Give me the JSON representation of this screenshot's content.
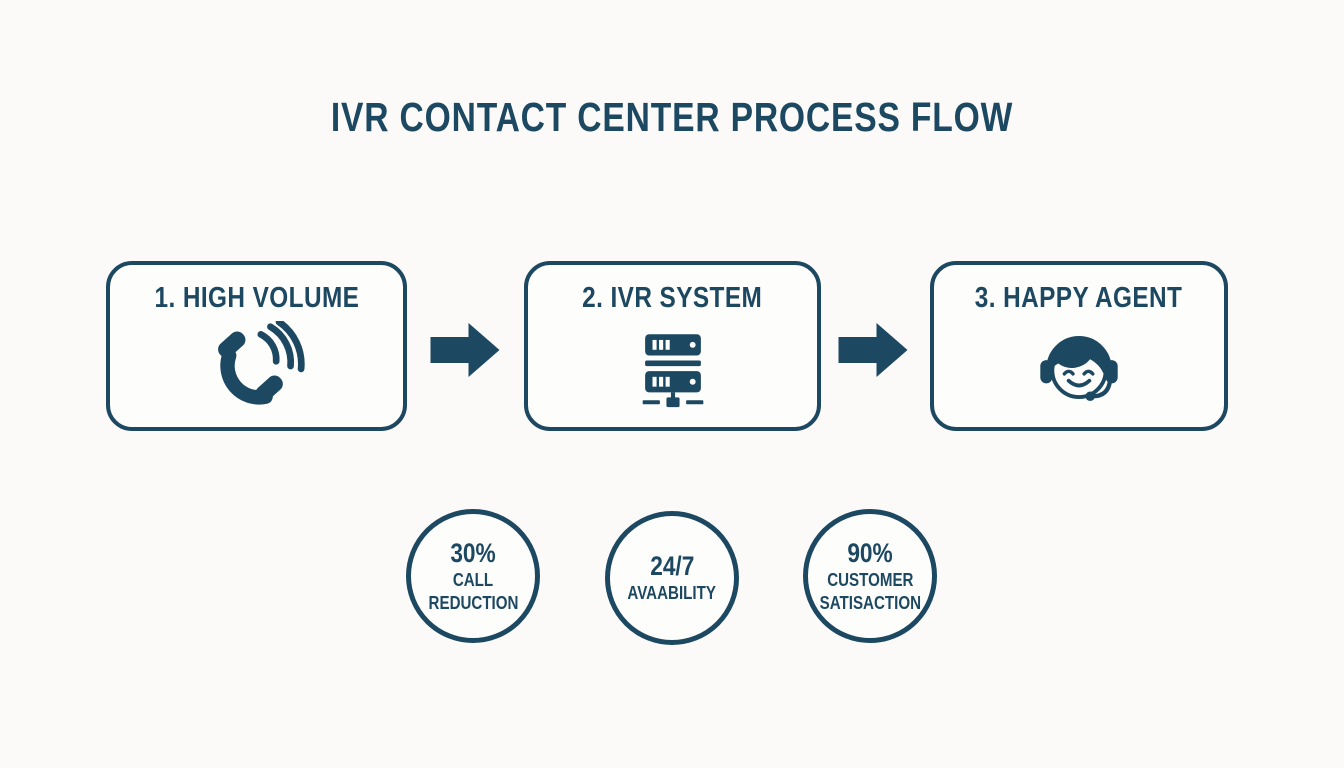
{
  "title": "IVR CONTACT CENTER PROCESS FLOW",
  "colors": {
    "ink": "#1d4861",
    "page_bg": "#fbfaf8",
    "panel_bg": "#fdfdfc"
  },
  "steps": [
    {
      "label": "1. HIGH VOLUME",
      "icon": "ringing-phone-icon"
    },
    {
      "label": "2. IVR SYSTEM",
      "icon": "server-rack-icon"
    },
    {
      "label": "3. HAPPY AGENT",
      "icon": "support-agent-icon"
    }
  ],
  "connectors": [
    {
      "icon": "arrow-right-icon"
    },
    {
      "icon": "arrow-right-icon"
    }
  ],
  "stats": [
    {
      "value": "30%",
      "label_lines": [
        "CALL",
        "REDUCTION"
      ]
    },
    {
      "value": "24/7",
      "label_lines": [
        "AVAABILITY"
      ]
    },
    {
      "value": "90%",
      "label_lines": [
        "CUSTOMER",
        "SATISACTION"
      ]
    }
  ]
}
